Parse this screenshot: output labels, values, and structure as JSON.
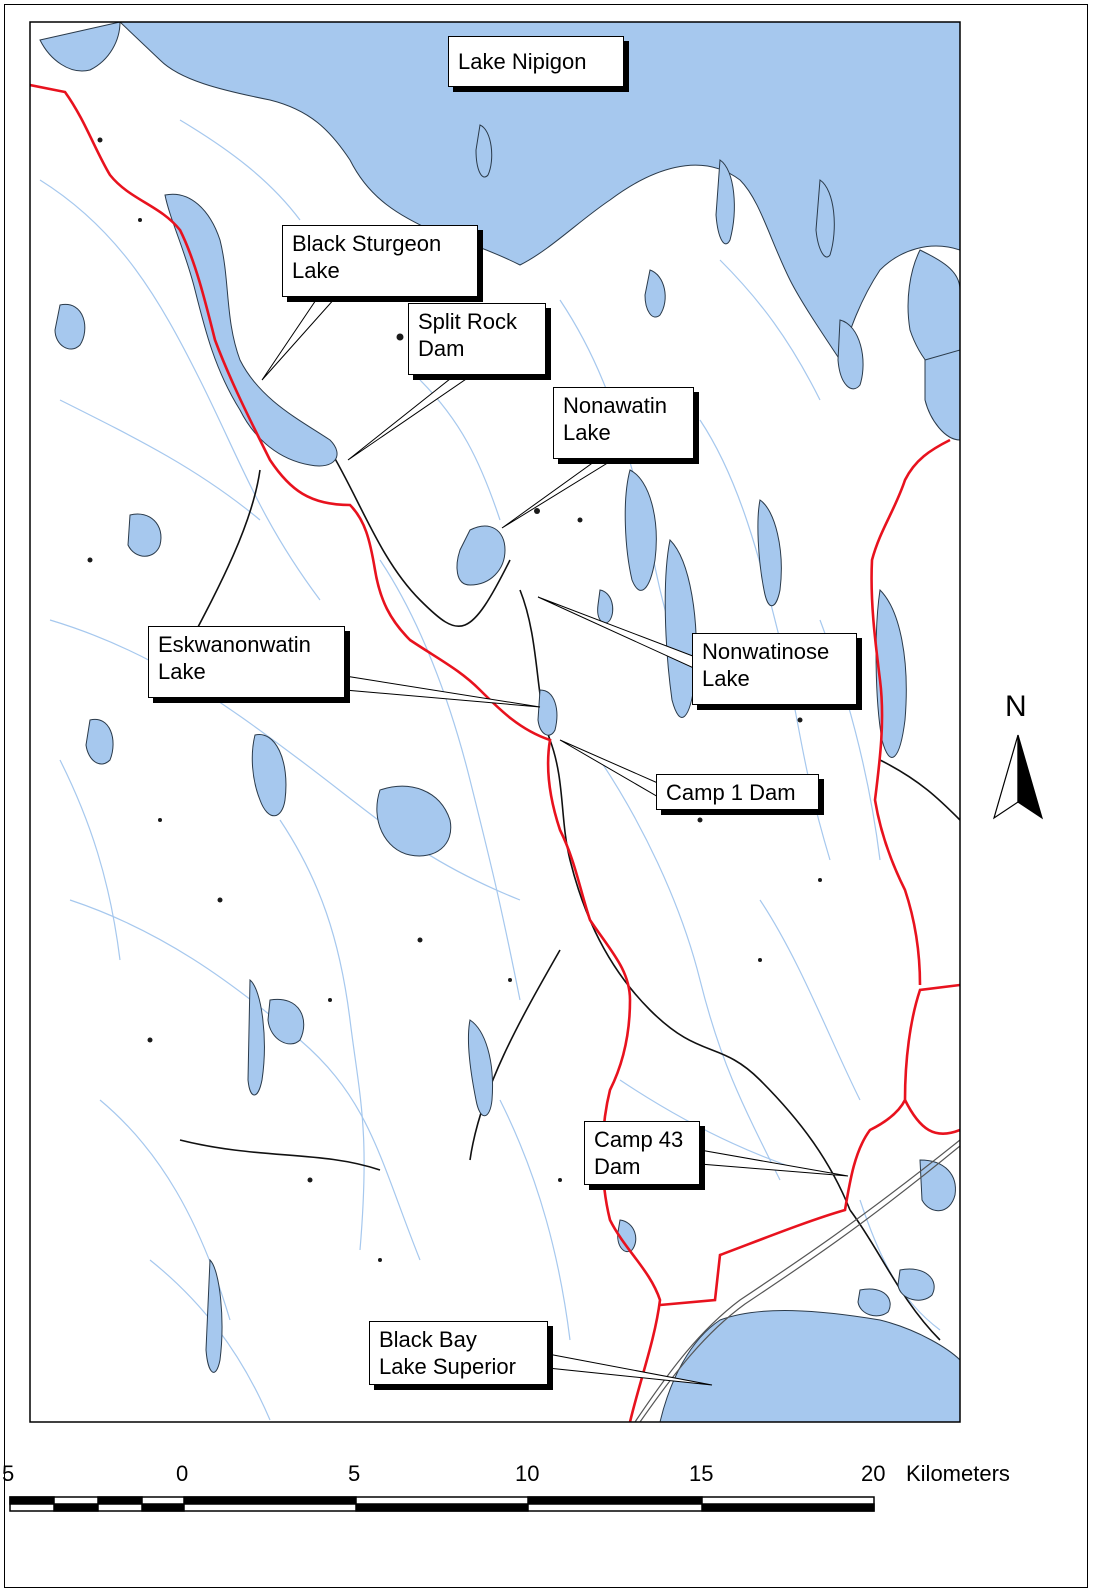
{
  "map": {
    "water_color": "#a6c8ee",
    "road_color": "#e8121e",
    "callouts": [
      {
        "id": "lake-nipigon",
        "text": "Lake Nipigon"
      },
      {
        "id": "black-sturgeon-lake",
        "text": "Black Sturgeon\nLake"
      },
      {
        "id": "split-rock-dam",
        "text": "Split Rock\nDam"
      },
      {
        "id": "nonawatin-lake",
        "text": "Nonawatin\nLake"
      },
      {
        "id": "eskwanonwatin-lake",
        "text": "Eskwanonwatin\nLake"
      },
      {
        "id": "nonwatinose-lake",
        "text": "Nonwatinose\nLake"
      },
      {
        "id": "camp-1-dam",
        "text": "Camp 1 Dam"
      },
      {
        "id": "camp-43-dam",
        "text": "Camp 43\nDam"
      },
      {
        "id": "black-bay",
        "text": "Black Bay\nLake Superior"
      }
    ],
    "north_arrow": {
      "label": "N",
      "icon": "north-arrow-icon"
    },
    "scale_bar": {
      "ticks": [
        "5",
        "0",
        "5",
        "10",
        "15",
        "20"
      ],
      "unit": "Kilometers"
    }
  }
}
